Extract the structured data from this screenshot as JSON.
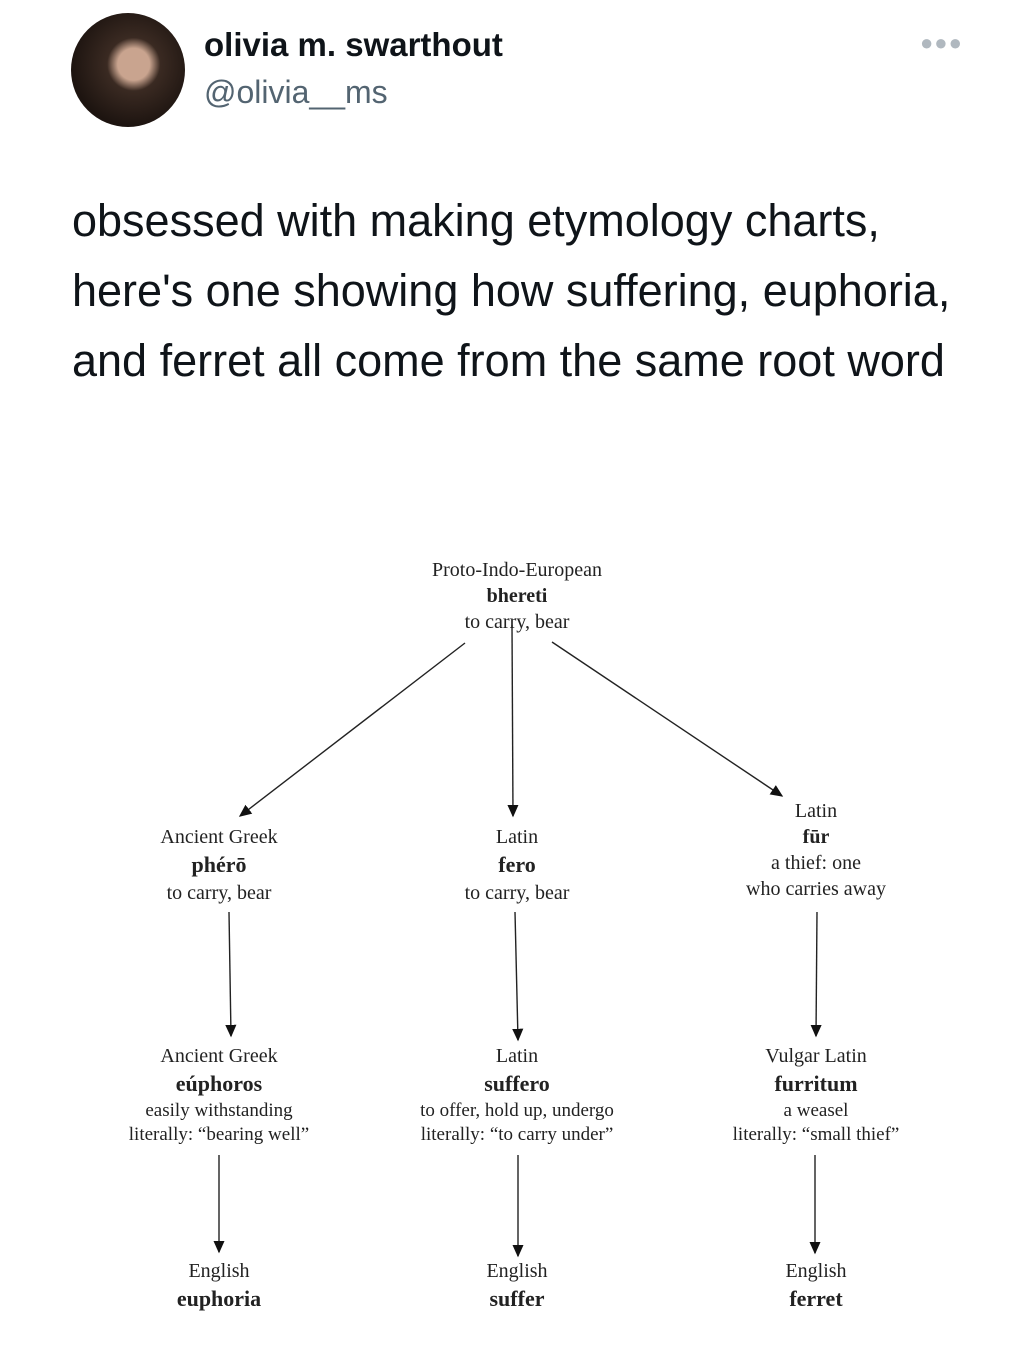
{
  "author": {
    "name": "olivia m. swarthout",
    "handle": "@olivia__ms"
  },
  "menu_icon": "more-horizontal-icon",
  "tweet_text": "obsessed with making etymology charts, here's one showing how suffering, euphoria, and ferret all come from the same root word",
  "chart": {
    "root": {
      "lang": "Proto-Indo-European",
      "word": "bhereti",
      "gloss": "to carry, bear"
    },
    "greek1": {
      "lang": "Ancient Greek",
      "word": "phérō",
      "gloss": "to carry, bear"
    },
    "latin1": {
      "lang": "Latin",
      "word": "fero",
      "gloss": "to carry, bear"
    },
    "fur": {
      "lang": "Latin",
      "word": "fūr",
      "gloss": "a thief: one",
      "gloss2": "who carries away"
    },
    "greek2": {
      "lang": "Ancient Greek",
      "word": "eúphoros",
      "gloss": "easily withstanding",
      "gloss2": "literally: “bearing well”"
    },
    "latin2": {
      "lang": "Latin",
      "word": "suffero",
      "gloss": "to offer, hold up, undergo",
      "gloss2": "literally: “to carry under”"
    },
    "vulgar": {
      "lang": "Vulgar Latin",
      "word": "furritum",
      "gloss": "a weasel",
      "gloss2": "literally: “small thief”"
    },
    "en1": {
      "lang": "English",
      "word": "euphoria"
    },
    "en2": {
      "lang": "English",
      "word": "suffer"
    },
    "en3": {
      "lang": "English",
      "word": "ferret"
    }
  }
}
